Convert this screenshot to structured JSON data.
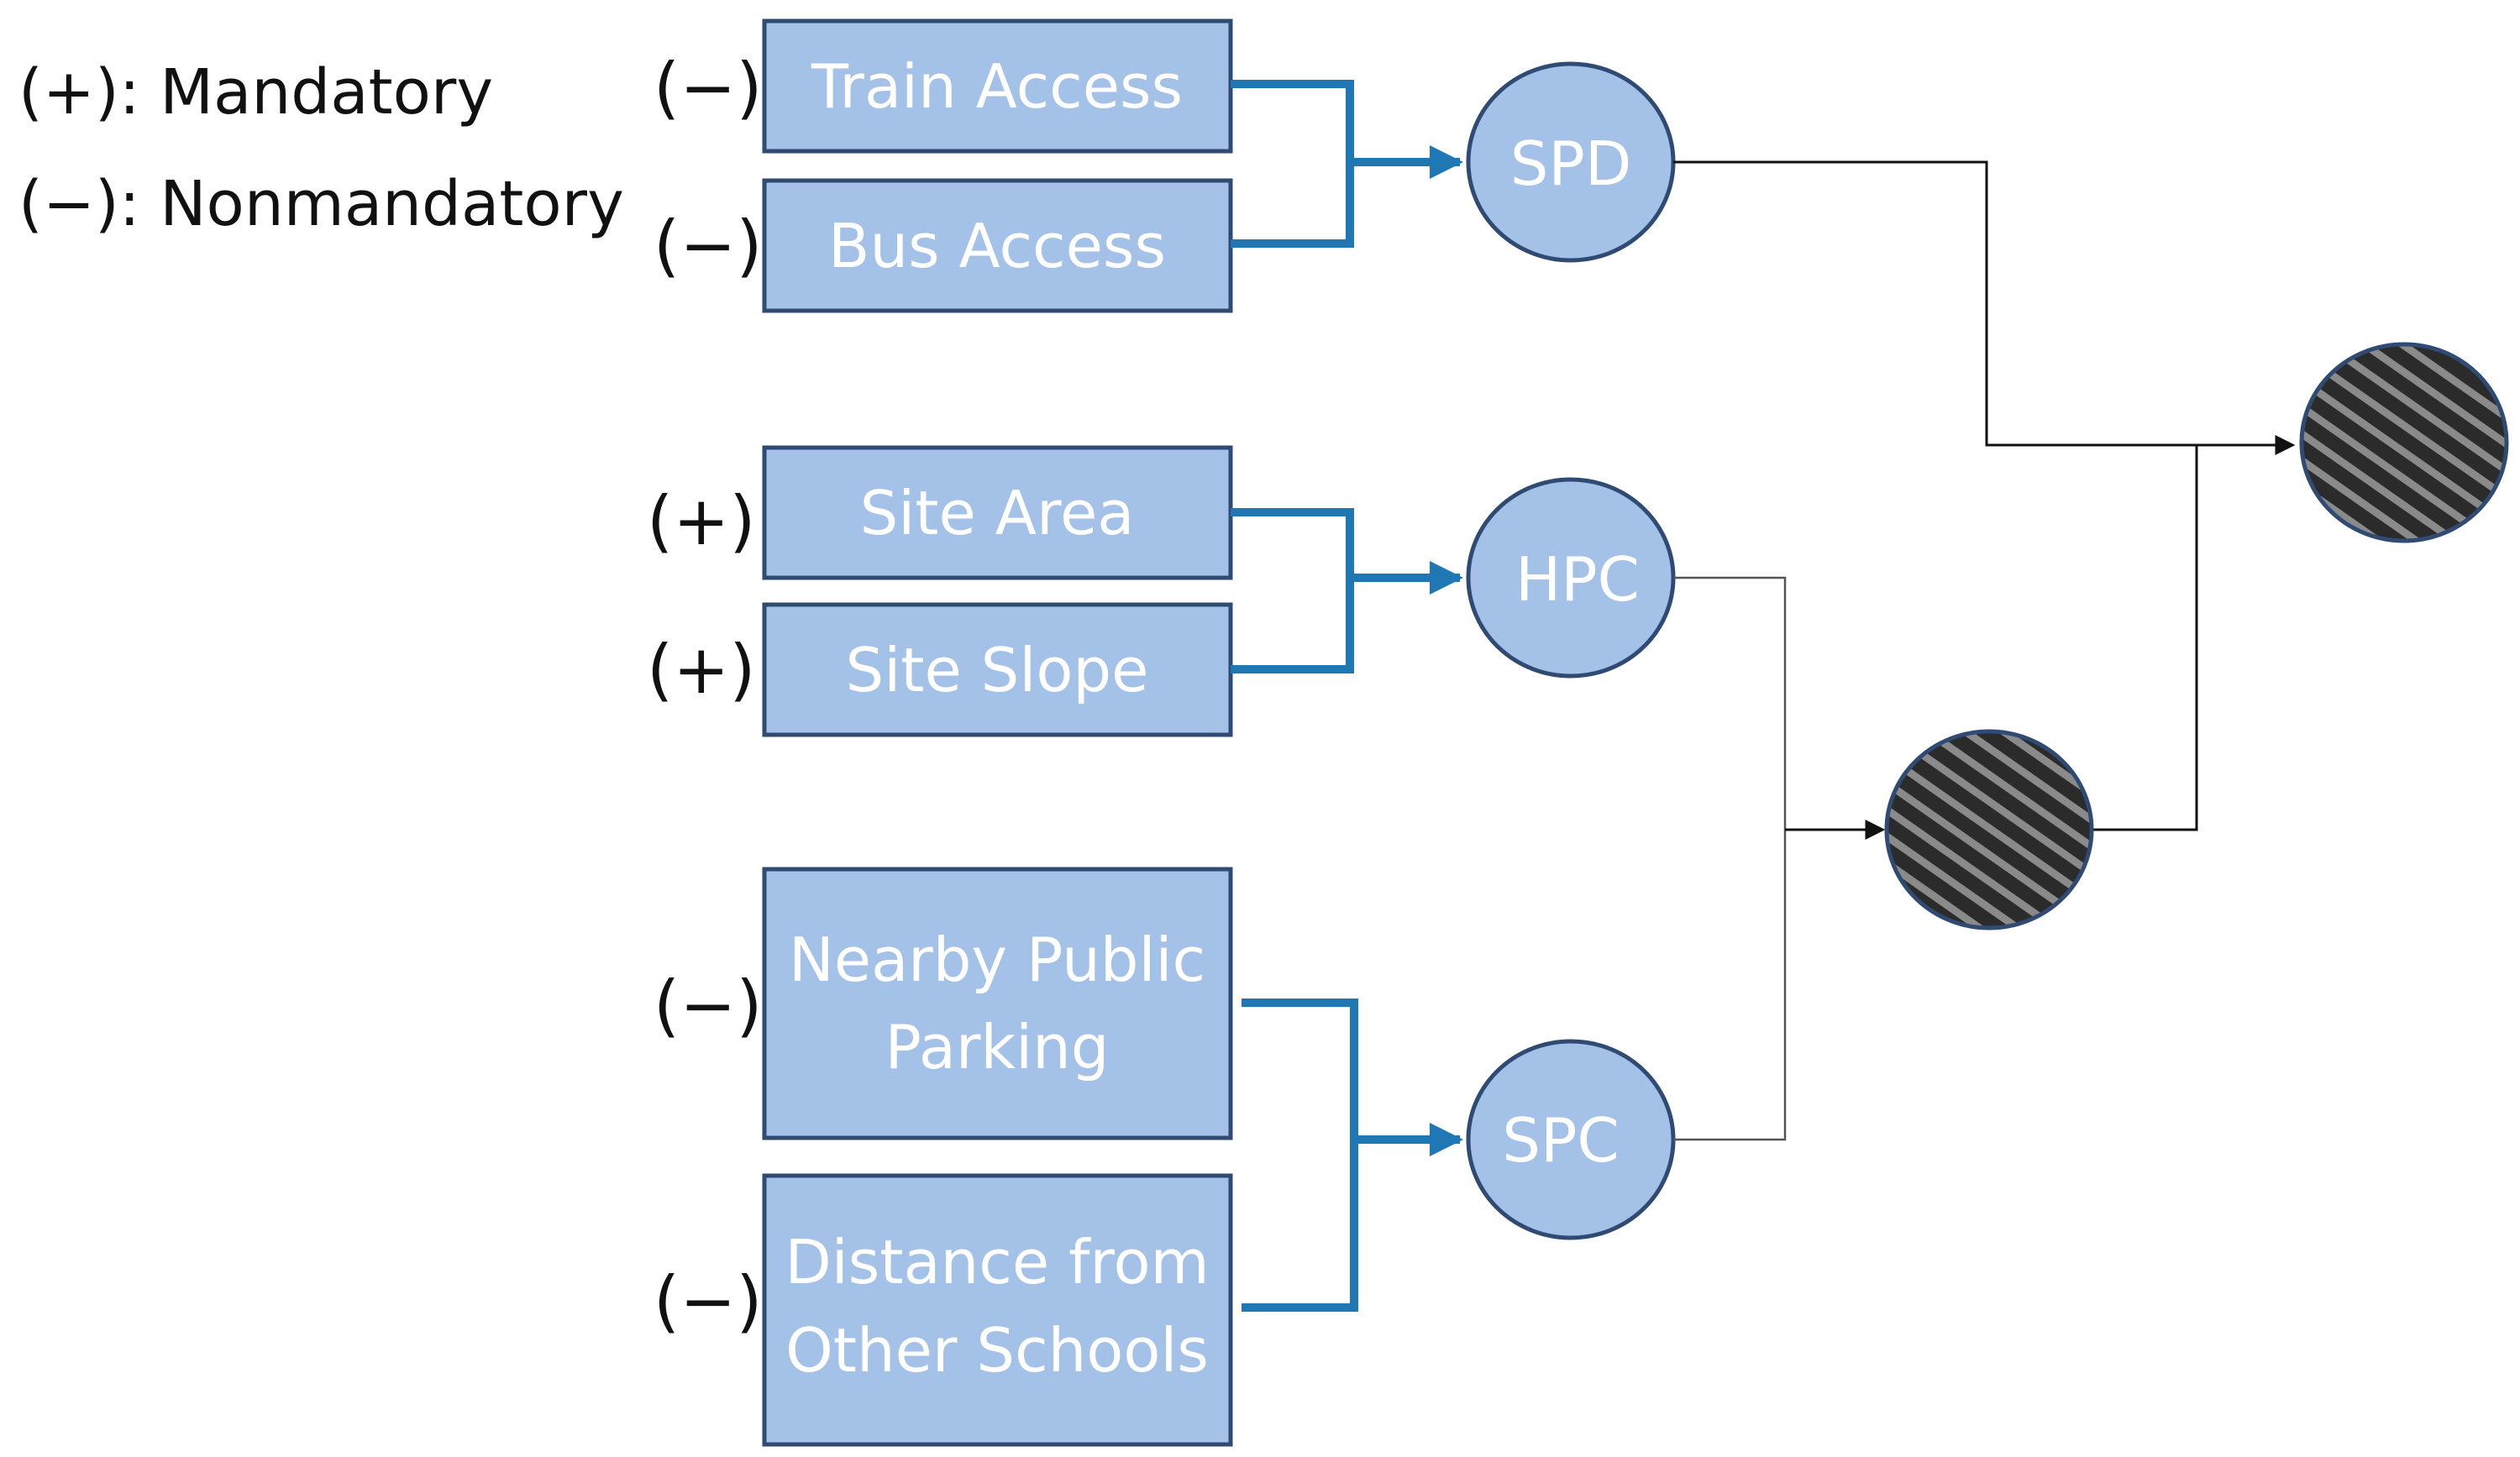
{
  "legend": {
    "mandatory": "(+): Mandatory",
    "nonmandatory": "(−): Nonmandatory"
  },
  "inputs": [
    {
      "id": "train",
      "sign": "(−)",
      "lines": [
        "Train Access"
      ]
    },
    {
      "id": "bus",
      "sign": "(−)",
      "lines": [
        "Bus Access"
      ]
    },
    {
      "id": "area",
      "sign": "(+)",
      "lines": [
        "Site Area"
      ]
    },
    {
      "id": "slope",
      "sign": "(+)",
      "lines": [
        "Site Slope"
      ]
    },
    {
      "id": "parking",
      "sign": "(−)",
      "lines": [
        "Nearby Public",
        "Parking"
      ]
    },
    {
      "id": "distance",
      "sign": "(−)",
      "lines": [
        "Distance from",
        "Other Schools"
      ]
    }
  ],
  "nodes": [
    {
      "id": "spd",
      "label": "SPD"
    },
    {
      "id": "hpc",
      "label": "HPC"
    },
    {
      "id": "spc",
      "label": "SPC"
    }
  ],
  "outputs": [
    {
      "id": "intermediate",
      "label": ""
    },
    {
      "id": "final",
      "label": ""
    }
  ],
  "colors": {
    "box_fill": "#a4c1e8",
    "box_stroke": "#2f4b73",
    "connector": "#1f77b4",
    "hatch_dark": "#2b2b2b",
    "hatch_light": "#8a8a8a"
  }
}
